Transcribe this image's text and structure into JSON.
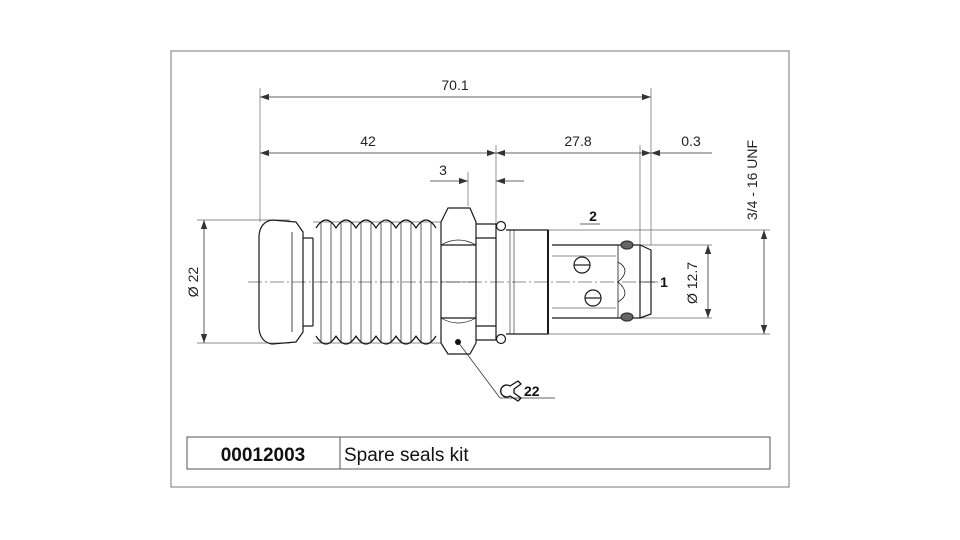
{
  "dimensions": {
    "overall_length": "70.1",
    "body_length": "42",
    "cartridge_length": "27.8",
    "tip_offset": "0.3",
    "hex_width": "3",
    "head_diameter": "Ø 22",
    "spool_diameter": "Ø 12.7",
    "thread": "3/4 - 16 UNF",
    "wrench_size": "22"
  },
  "callouts": {
    "port_1": "1",
    "port_2": "2"
  },
  "icons": {
    "wrench": "wrench-icon"
  },
  "table": {
    "code": "00012003",
    "description": "Spare seals kit"
  }
}
